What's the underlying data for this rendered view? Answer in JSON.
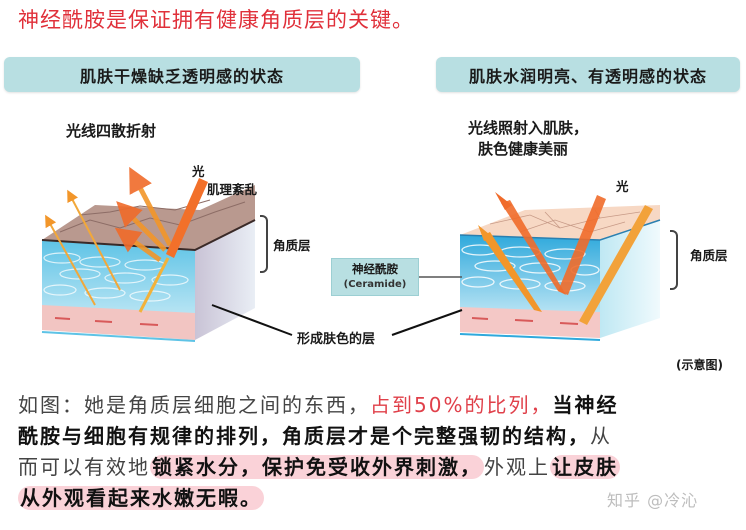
{
  "headline": "神经酰胺是保证拥有健康角质层的关键。",
  "left_panel": {
    "state_title": "肌肤干燥缺乏透明感的状态",
    "caption": "光线四散折射",
    "light_label": "光",
    "texture_label": "肌理紊乱",
    "layer_label": "角质层"
  },
  "right_panel": {
    "state_title": "肌肤水润明亮、有透明感的状态",
    "caption_line1": "光线照射入肌肤，",
    "caption_line2": "肤色健康美丽",
    "light_label": "光",
    "layer_label": "角质层"
  },
  "center": {
    "ceramide_label": "神经酰胺",
    "ceramide_sub": "(Ceramide)",
    "skin_color_layer_label": "形成肤色的层"
  },
  "illustration_note": "(示意图)",
  "body": {
    "line1_gray": "如图：她是角质层细胞之间的东西，",
    "line1_red": "占到50%的比列，",
    "line1_dark": "当神经",
    "line2_dark": "酰胺与细胞有规律的排列，角质层才是个完整强韧的结构，",
    "line2_gray": "从",
    "line3_gray_a": "而可以有效地",
    "line3_hl_a": "锁紧水分，保护免受收外界刺激，",
    "line3_gray_b": "外观上",
    "line3_hl_b": "让皮肤",
    "line4_hl": "从外观看起来水嫩无暇。"
  },
  "watermark": "知乎 @冷沁",
  "colors": {
    "headline_red": "#e0303a",
    "banner_teal": "#b8dfe2",
    "light_orange": "#f2962a",
    "highlight_pink": "#f6b4be"
  }
}
